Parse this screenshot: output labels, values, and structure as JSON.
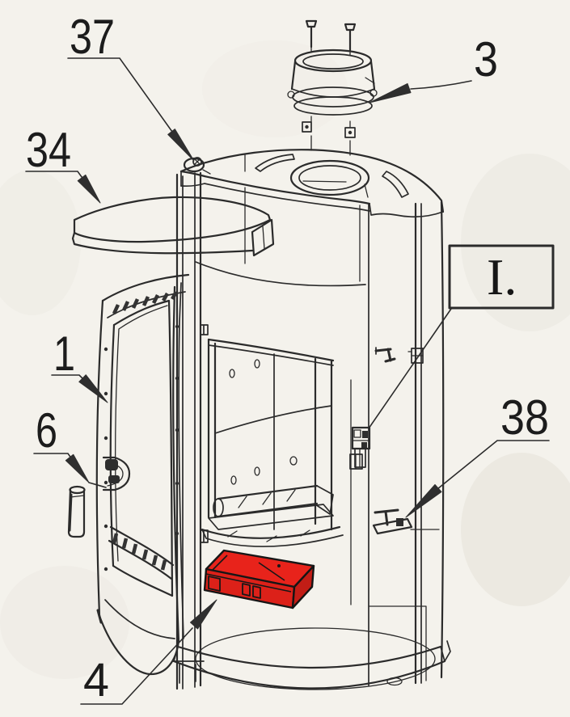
{
  "figure": {
    "kind": "exploded-parts-line-drawing",
    "background_color": "#f4f2ec",
    "line_color": "#2b2b2b",
    "highlight_color": "#e8231b"
  },
  "callouts": {
    "c37": {
      "label": "37"
    },
    "c3": {
      "label": "3"
    },
    "c34": {
      "label": "34"
    },
    "c1": {
      "label": "1"
    },
    "c6": {
      "label": "6"
    },
    "c4": {
      "label": "4"
    },
    "c38": {
      "label": "38"
    }
  },
  "detail_marker": {
    "label": "I."
  }
}
